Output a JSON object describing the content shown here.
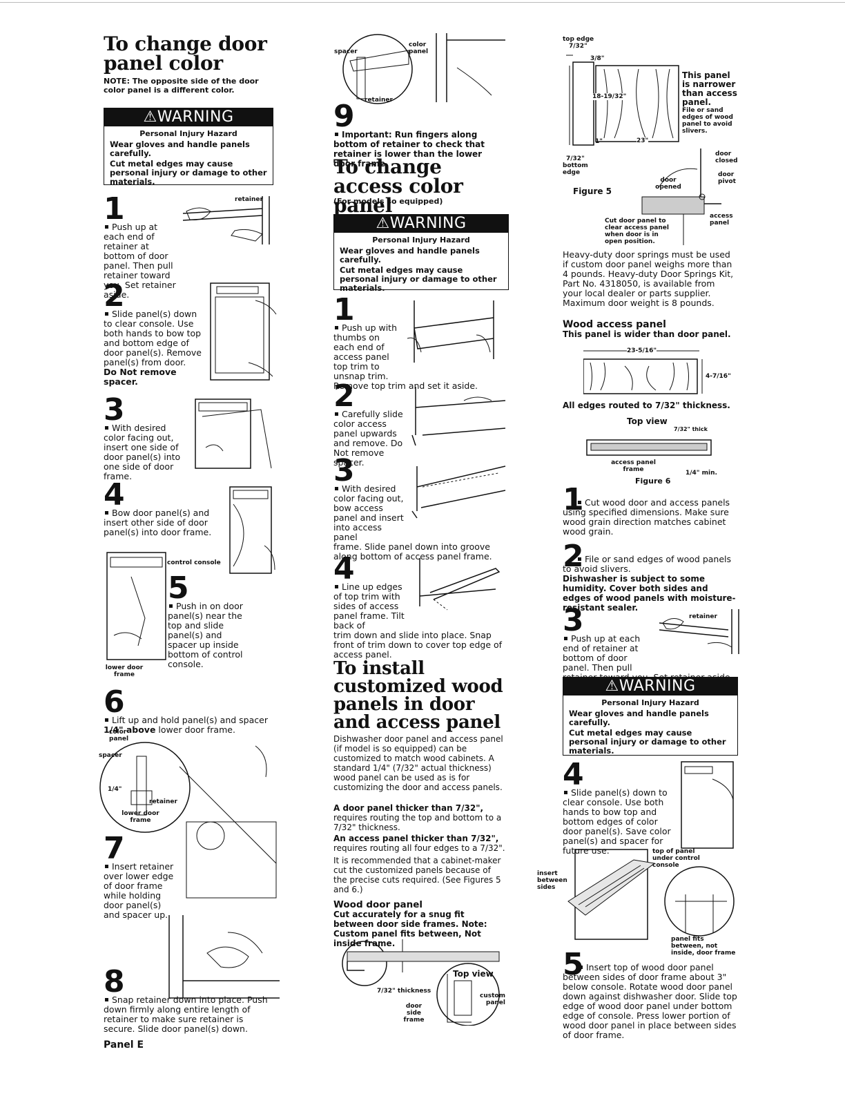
{
  "col1": {
    "title": "To change door panel color",
    "note": "NOTE: The opposite side of the door color panel is a different color.",
    "warning": {
      "header": "WARNING",
      "subheader": "Personal Injury Hazard",
      "line1": "Wear gloves and handle panels carefully.",
      "line2": "Cut metal edges may cause personal injury or damage to other materials."
    },
    "step1": {
      "num": "1",
      "text": "Push up at each end of retainer at bottom of door panel. Then pull retainer toward you. Set retainer aside.",
      "label": "retainer"
    },
    "step2": {
      "num": "2",
      "text": "Slide panel(s) down to clear console. Use both hands to bow top and bottom edge of door panel(s). Remove panel(s) from door.",
      "bold": "Do Not remove spacer."
    },
    "step3": {
      "num": "3",
      "text": "With desired color facing out, insert one side of door panel(s) into one side of door frame."
    },
    "step4": {
      "num": "4",
      "text": "Bow door panel(s) and insert other side of door panel(s) into door frame."
    },
    "step5": {
      "num": "5",
      "text": "Push in on door panel(s) near the top and slide panel(s) and spacer up inside bottom of control console.",
      "label_console": "control console",
      "label_frame": "lower door frame"
    },
    "step6": {
      "num": "6",
      "text_a": "Lift up and hold panel(s) and spacer",
      "text_b": "1/4\" above",
      "text_c": "lower door frame.",
      "label_color": "color panel",
      "label_spacer": "spacer",
      "label_quarter": "1/4\"",
      "label_retainer": "retainer",
      "label_lower": "lower door frame"
    },
    "step7": {
      "num": "7",
      "text": "Insert retainer over lower edge of door frame while holding door panel(s) and spacer up."
    },
    "step8": {
      "num": "8",
      "text_a": "Snap retainer down",
      "text_b": "into place. Push down firmly along entire length of retainer to make sure retainer is secure. Slide door panel(s) down."
    },
    "footer": "Panel E"
  },
  "col2": {
    "step9": {
      "num": "9",
      "text": "Important: Run fingers along bottom of retainer to check that retainer is lower than the lower door frame.",
      "label_spacer": "spacer",
      "label_color": "color panel",
      "label_retainer": "retainer"
    },
    "title": "To change access color panel",
    "subtitle": "(For models so equipped)",
    "warning": {
      "header": "WARNING",
      "subheader": "Personal Injury Hazard",
      "line1": "Wear gloves and handle panels carefully.",
      "line2": "Cut metal edges may cause personal injury or damage to other materials."
    },
    "step1": {
      "num": "1",
      "text_a": "Push up with thumbs on each end of access panel top trim to unsnap trim.",
      "text_b": "Remove top trim and set it aside."
    },
    "step2": {
      "num": "2",
      "text": "Carefully slide color access panel upwards and remove. Do Not remove spacer."
    },
    "step3": {
      "num": "3",
      "text_a": "With desired color facing out, bow access panel and insert into access panel",
      "text_b": "frame. Slide panel down into groove along bottom of access panel frame."
    },
    "step4": {
      "num": "4",
      "text_a": "Line up edges of top trim with sides of access panel frame. Tilt back of",
      "text_b": "trim down and slide into place. Snap front of trim down to cover top edge of access panel."
    },
    "title2": "To install customized wood panels in door and access panel",
    "intro": "Dishwasher door panel and access panel (if model is so equipped) can be customized to match wood cabinets. A standard 1/4\" (7/32\" actual thickness) wood panel can be used as is for customizing the door and access panels.",
    "door_thicker_bold": "A door panel thicker than 7/32\",",
    "door_thicker": "requires routing the top and bottom to a 7/32\" thickness.",
    "access_thicker_bold": "An access panel thicker than 7/32\",",
    "access_thicker": "requires routing all four edges to a 7/32\".",
    "recommend": "It is recommended that a cabinet-maker cut the customized panels because of the precise cuts required. (See Figures 5 and 6.)",
    "wood_door_head": "Wood door panel",
    "wood_door_bold": "Cut accurately for a snug fit between door side frames. Note: Custom panel fits between, Not inside frame.",
    "fig_top_view": "Top view",
    "fig_thickness": "7/32\" thickness",
    "fig_door_side": "door side frame",
    "fig_custom": "custom panel"
  },
  "col3": {
    "fig5": {
      "top_edge": "top edge",
      "top_edge_val": "7/32\"",
      "three_eighths": "3/8\"",
      "height": "18-19/32\"",
      "one": "1\"",
      "width": "23\"",
      "bottom": "7/32\"",
      "bottom_edge": "bottom edge",
      "narrower_bold": "This panel is narrower than access panel.",
      "narrower_small": "File or sand edges of wood panel to avoid slivers.",
      "door_closed": "door closed",
      "door_pivot": "door pivot",
      "door_opened": "door opened",
      "access_panel": "access panel",
      "caption": "Figure 5",
      "cut_note": "Cut door panel to clear access panel when door is in open position."
    },
    "springs": "Heavy-duty door springs must be used if custom door panel weighs more than 4 pounds. Heavy-duty Door Springs Kit, Part No. 4318050, is available from your local dealer or parts supplier. Maximum door weight is 8 pounds.",
    "wood_access_head": "Wood access panel",
    "wood_access_bold": "This panel is wider than door panel.",
    "fig6": {
      "width": "23-5/16\"",
      "height": "4-7/16\"",
      "edges": "All edges routed to 7/32\" thickness.",
      "top_view": "Top view",
      "thick": "7/32\" thick",
      "frame": "access panel frame",
      "min": "1/4\" min.",
      "caption": "Figure 6"
    },
    "step1": {
      "num": "1",
      "text": "Cut wood door and access panels using specified dimensions. Make sure wood grain direction matches cabinet wood grain."
    },
    "step2": {
      "num": "2",
      "text": "File or sand edges of wood panels to avoid slivers.",
      "bold": "Dishwasher is subject to some humidity. Cover both sides and edges of wood panels with moisture-resistant sealer."
    },
    "step3": {
      "num": "3",
      "text_a": "Push up at each end of retainer at bottom of door panel. Then pull",
      "text_b": "retainer toward you. Set retainer aside.",
      "label": "retainer"
    },
    "warning": {
      "header": "WARNING",
      "subheader": "Personal Injury Hazard",
      "line1": "Wear gloves and handle panels carefully.",
      "line2": "Cut metal edges may cause personal injury or damage to other materials."
    },
    "step4": {
      "num": "4",
      "text": "Slide panel(s) down to clear console. Use both hands to bow top and bottom edges of color door panel(s). Save color panel(s) and spacer for future use."
    },
    "fig_insert": "insert between sides",
    "fig_top_panel": "top of panel under control console",
    "fig_fits": "panel fits between, not inside, door frame",
    "step5": {
      "num": "5",
      "text": "Insert top of wood door panel between sides of door frame about 3\" below console. Rotate wood door panel down against dishwasher door. Slide top edge of wood door panel under bottom edge of console. Press lower portion of wood door panel in place between sides of door frame."
    }
  }
}
